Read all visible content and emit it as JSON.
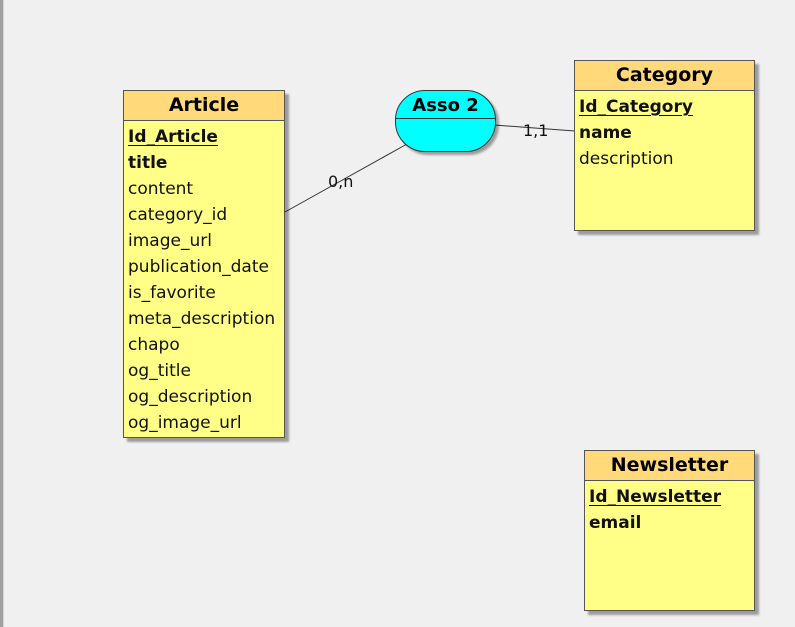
{
  "entities": {
    "article": {
      "name": "Article",
      "attributes": [
        {
          "label": "Id_Article"
        },
        {
          "label": "title"
        },
        {
          "label": "content"
        },
        {
          "label": "category_id"
        },
        {
          "label": "image_url"
        },
        {
          "label": "publication_date"
        },
        {
          "label": "is_favorite"
        },
        {
          "label": "meta_description"
        },
        {
          "label": "chapo"
        },
        {
          "label": "og_title"
        },
        {
          "label": "og_description"
        },
        {
          "label": "og_image_url"
        }
      ]
    },
    "category": {
      "name": "Category",
      "attributes": [
        {
          "label": "Id_Category"
        },
        {
          "label": "name"
        },
        {
          "label": "description"
        }
      ]
    },
    "newsletter": {
      "name": "Newsletter",
      "attributes": [
        {
          "label": "Id_Newsletter"
        },
        {
          "label": "email"
        }
      ]
    }
  },
  "association": {
    "name": "Asso 2",
    "color": "#00ffff"
  },
  "cardinalities": {
    "article_side": "0,n",
    "category_side": "1,1"
  },
  "colors": {
    "entity_header": "#ffd97a",
    "entity_body": "#ffff88",
    "canvas": "#f0f0f0"
  }
}
